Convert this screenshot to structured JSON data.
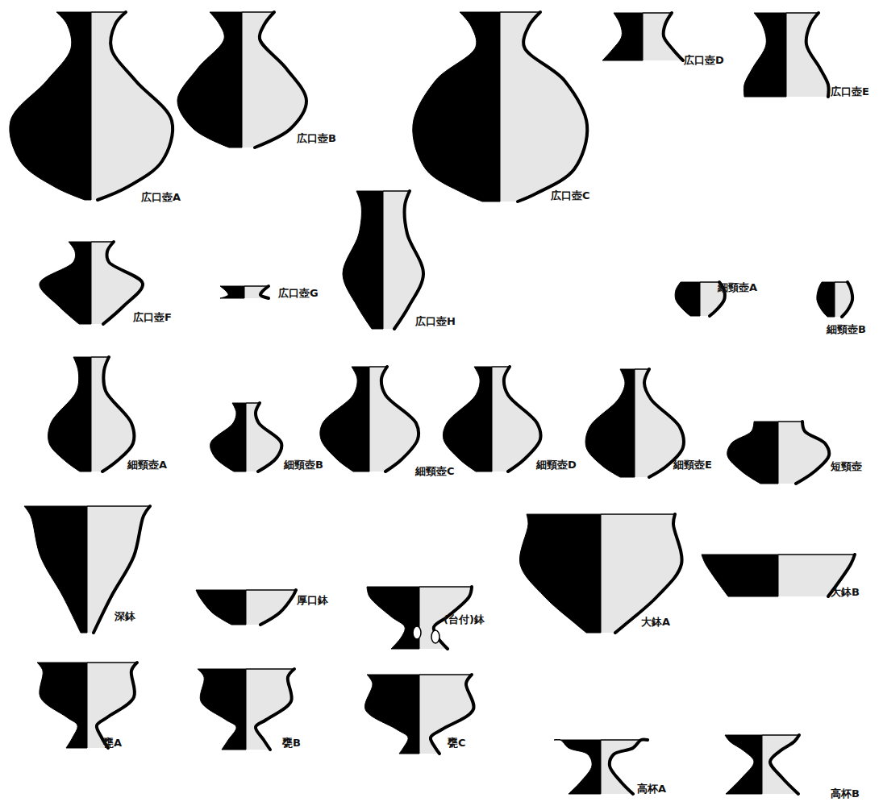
{
  "diagram": {
    "labels": [
      "広口壺A",
      "広口壺B",
      "広口壺C",
      "広口壺D",
      "広口壺E",
      "広口壺F",
      "広口壺G",
      "広口壺H",
      "細頸壺A",
      "細頸壺B",
      "細頸壺A",
      "細頸壺B",
      "細頸壺C",
      "細頸壺D",
      "細頸壺E",
      "短頸壺",
      "深鉢",
      "厚口鉢",
      "(台付)鉢",
      "大鉢A",
      "大鉢B",
      "甕A",
      "甕B",
      "甕C",
      "高杯A",
      "高杯B"
    ]
  }
}
